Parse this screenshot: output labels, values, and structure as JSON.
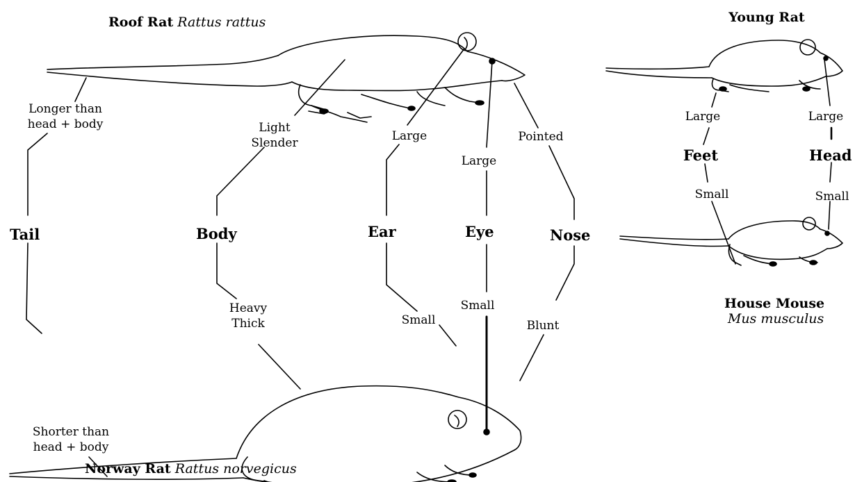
{
  "species": {
    "roof_rat": {
      "common": "Roof Rat",
      "latin": "Rattus rattus"
    },
    "norway_rat": {
      "common": "Norway Rat",
      "latin": "Rattus norvegicus"
    },
    "young_rat": {
      "common": "Young Rat"
    },
    "house_mouse": {
      "common": "House Mouse",
      "latin": "Mus musculus"
    }
  },
  "traits": {
    "tail": {
      "name": "Tail",
      "roof": [
        "Longer than",
        "head + body"
      ],
      "norway": [
        "Shorter than",
        "head + body"
      ]
    },
    "body": {
      "name": "Body",
      "roof": [
        "Light",
        "Slender"
      ],
      "norway": [
        "Heavy",
        "Thick"
      ]
    },
    "ear": {
      "name": "Ear",
      "roof": "Large",
      "norway": "Small"
    },
    "eye": {
      "name": "Eye",
      "roof": "Large",
      "norway": "Small"
    },
    "nose": {
      "name": "Nose",
      "roof": "Pointed",
      "norway": "Blunt"
    },
    "feet": {
      "name": "Feet",
      "young": "Large",
      "mouse": "Small"
    },
    "head": {
      "name": "Head",
      "young": "Large",
      "mouse": "Small"
    }
  },
  "colors": {
    "ink": "#000000",
    "paper": "#ffffff"
  }
}
